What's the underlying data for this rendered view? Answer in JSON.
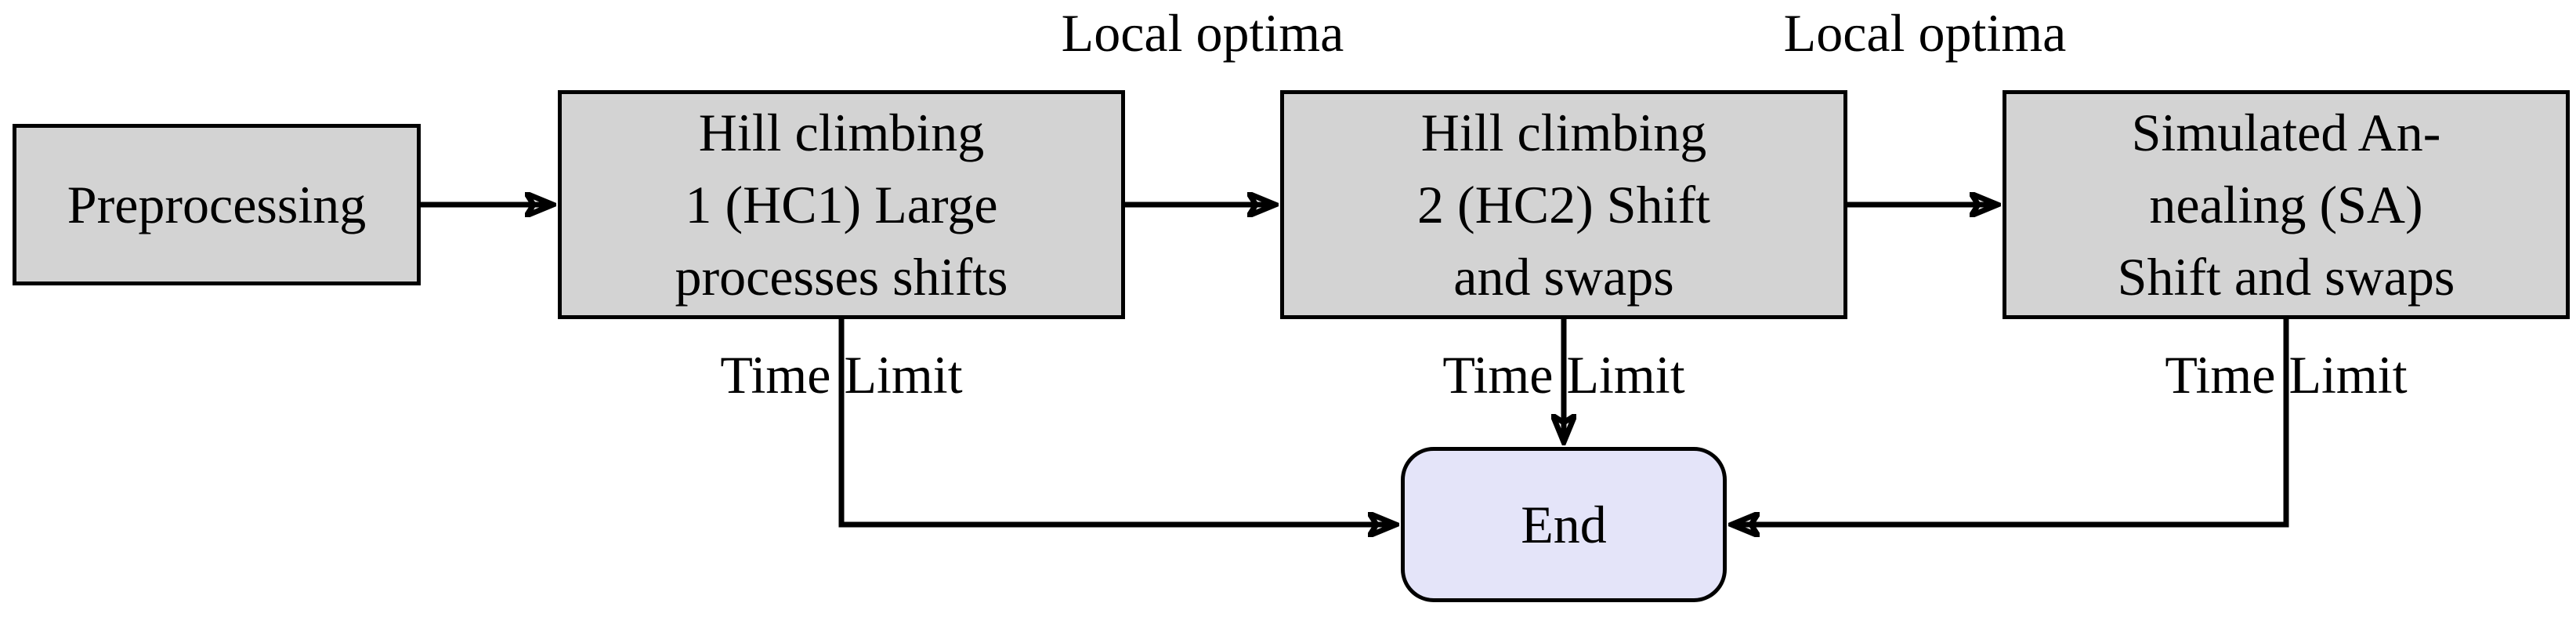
{
  "figure": {
    "type": "flowchart",
    "background": "#ffffff"
  },
  "nodes": {
    "preprocessing": {
      "label": "Preprocessing"
    },
    "hc1": {
      "line1": "Hill climbing",
      "line2": "1 (HC1) Large",
      "line3": "processes shifts"
    },
    "hc2": {
      "line1": "Hill climbing",
      "line2": "2 (HC2) Shift",
      "line3": "and swaps"
    },
    "sa": {
      "line1": "Simulated An-",
      "line2": "nealing (SA)",
      "line3": "Shift and swaps"
    },
    "end": {
      "label": "End"
    }
  },
  "edge_labels": {
    "local_optima_hc1_hc2": "Local optima",
    "local_optima_hc2_sa": "Local optima",
    "time_limit_hc1": "Time Limit",
    "time_limit_hc2": "Time Limit",
    "time_limit_sa": "Time Limit"
  },
  "colors": {
    "process_box_fill": "#d3d3d3",
    "end_box_fill": "#e4e4f9",
    "border": "#000000",
    "arrow": "#000000"
  }
}
